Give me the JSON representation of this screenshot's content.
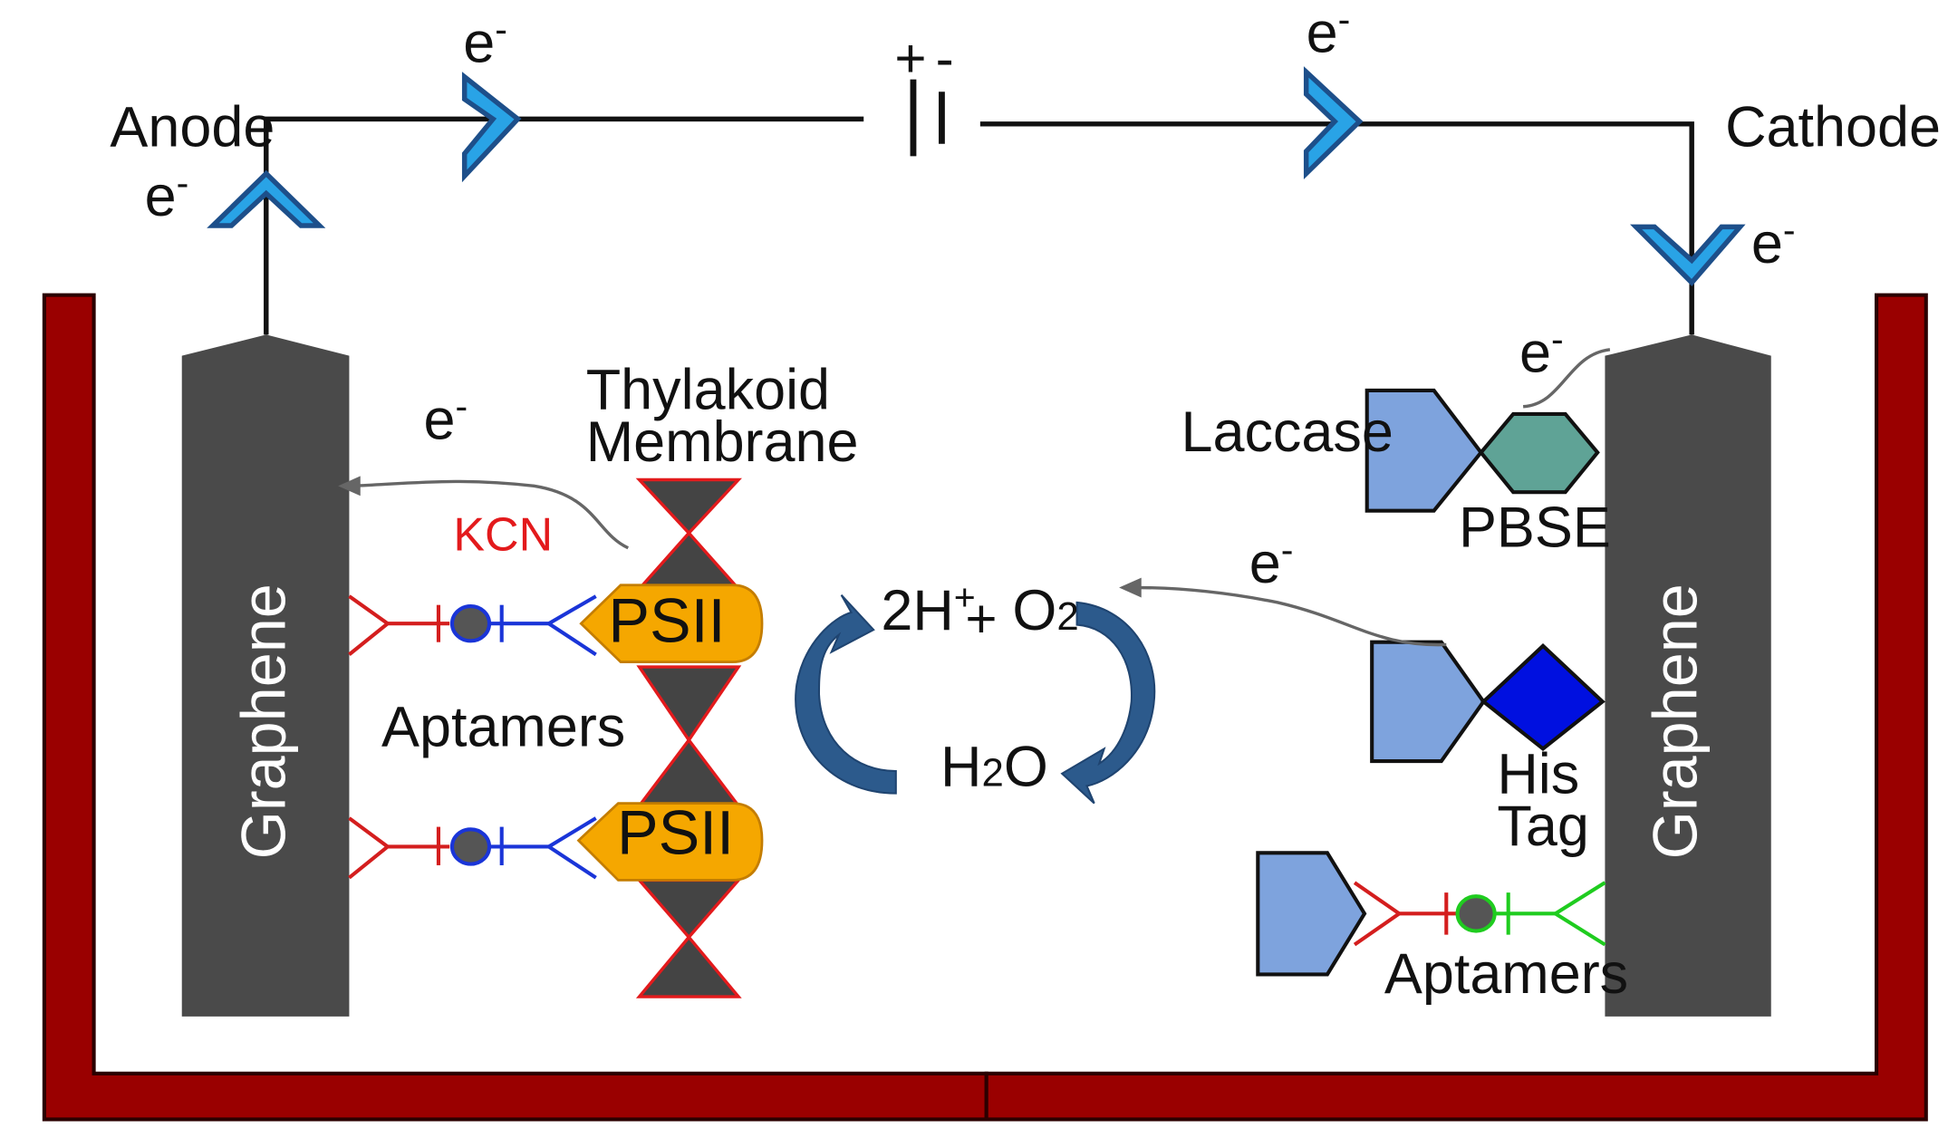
{
  "labels": {
    "anode": "Anode",
    "cathode": "Cathode",
    "electron": "e",
    "electron_charge": "-",
    "battery_plus": "+",
    "battery_minus": "-",
    "graphene": "Graphene",
    "thylakoid_line1": "Thylakoid",
    "thylakoid_line2": "Membrane",
    "kcn": "KCN",
    "psii": "PSII",
    "aptamers": "Aptamers",
    "laccase": "Laccase",
    "pbse": "PBSE",
    "his_line1": "His",
    "his_line2": "Tag",
    "h_coeff": "2H",
    "h_charge": "+",
    "plus": "+",
    "o_symbol": "O",
    "o_sub": "2",
    "water_h": "H",
    "water_sub": "2",
    "water_o": "O"
  },
  "colors": {
    "container": "#9a0000",
    "graphene": "#4a4a4a",
    "arrow_fill": "#29a3e6",
    "arrow_outline": "#1d4f8a",
    "psii_fill": "#f5a700",
    "thylakoid_fill": "#444444",
    "thylakoid_outline": "#e31a1c",
    "laccase": "#7ea3dd",
    "pbse": "#5fa396",
    "his_tag": "#0010e0",
    "cycle_arrow": "#2c5a8c",
    "aptamer_red": "#d41e1e",
    "aptamer_blue": "#1a35d8",
    "aptamer_green": "#1fcc1f"
  },
  "icons": [
    "electron-flow-arrow-icon",
    "battery-icon",
    "redox-cycle-arrow-icon"
  ]
}
